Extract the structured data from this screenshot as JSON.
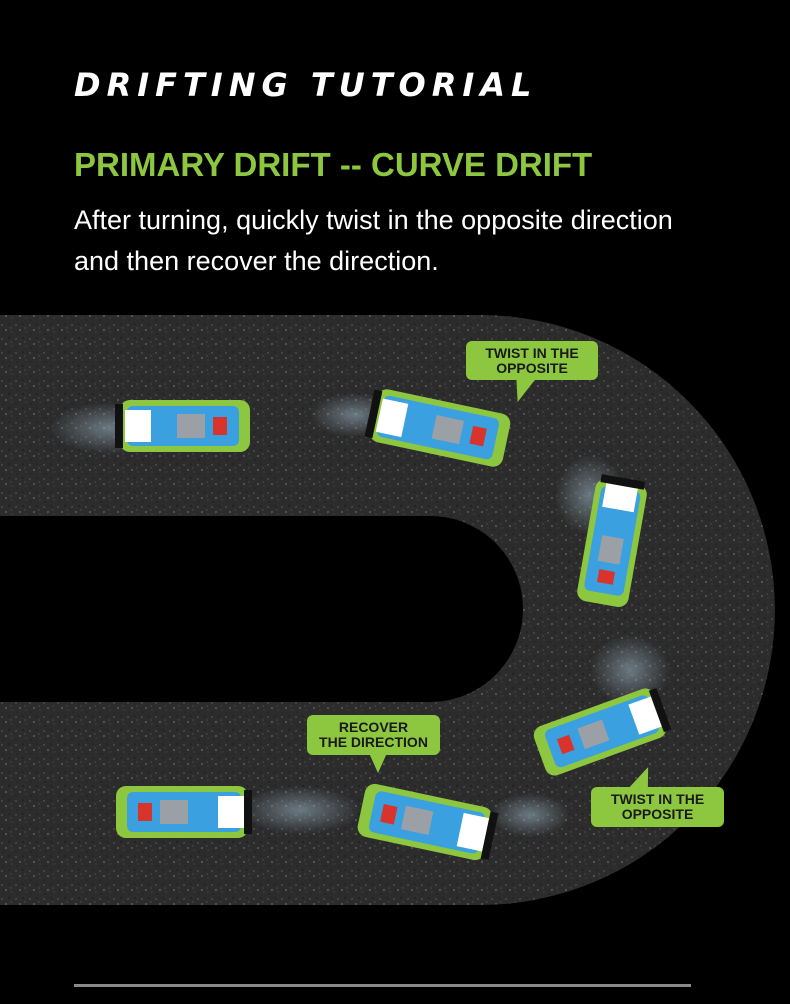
{
  "title": "DRIFTING TUTORIAL",
  "subtitle": "PRIMARY DRIFT -- CURVE DRIFT",
  "description": "After turning, quickly twist in the opposite direction and then recover the direction.",
  "callouts": {
    "first_twist": [
      "TWIST IN THE",
      "OPPOSITE"
    ],
    "recover": [
      "RECOVER",
      "THE DIRECTION"
    ],
    "second_twist": [
      "TWIST IN THE",
      "OPPOSITE"
    ]
  },
  "colors": {
    "accent": "#8dc63f",
    "background": "#000000",
    "track": "#2e2e2e",
    "car_body_blue": "#3aa0e0",
    "car_body_green": "#8dc63f"
  }
}
